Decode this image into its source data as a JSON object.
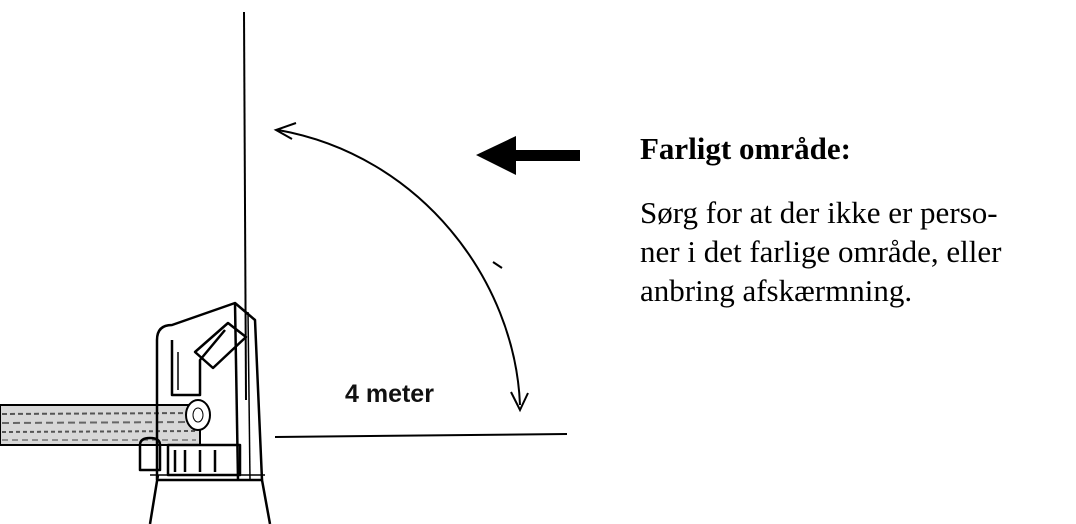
{
  "diagram": {
    "distance_label": "4 meter"
  },
  "warning": {
    "heading": "Farligt område:",
    "lines": [
      "Sørg for at der ikke er perso-",
      "ner i det farlige område, eller",
      "anbring afskærmning."
    ]
  }
}
